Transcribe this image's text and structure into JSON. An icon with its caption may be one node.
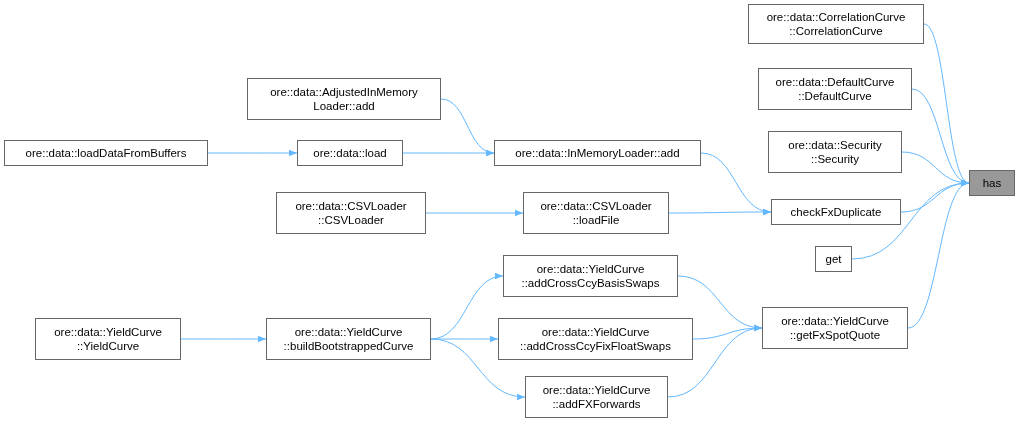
{
  "diagram": {
    "nodes": [
      {
        "text": [
          "has"
        ]
      },
      {
        "text": [
          "ore::data::CorrelationCurve ::CorrelationCurve"
        ]
      },
      {
        "text": [
          "ore::data::DefaultCurve ::DefaultCurve"
        ]
      },
      {
        "text": [
          "ore::data::Security ::Security"
        ]
      },
      {
        "text": [
          "checkFxDuplicate"
        ]
      },
      {
        "text": [
          "get"
        ]
      },
      {
        "text": [
          "ore::data::YieldCurve ::getFxSpotQuote"
        ]
      },
      {
        "text": [
          "ore::data::InMemoryLoader::add"
        ]
      },
      {
        "text": [
          "ore::data::AdjustedInMemory Loader::add"
        ]
      },
      {
        "text": [
          "ore::data::load"
        ]
      },
      {
        "text": [
          "ore::data::loadDataFromBuffers"
        ]
      },
      {
        "text": [
          "ore::data::CSVLoader ::loadFile"
        ]
      },
      {
        "text": [
          "ore::data::CSVLoader ::CSVLoader"
        ]
      },
      {
        "text": [
          "ore::data::YieldCurve ::addCrossCcyBasisSwaps"
        ]
      },
      {
        "text": [
          "ore::data::YieldCurve ::addCrossCcyFixFloatSwaps"
        ]
      },
      {
        "text": [
          "ore::data::YieldCurve ::addFXForwards"
        ]
      },
      {
        "text": [
          "ore::data::YieldCurve ::buildBootstrappedCurve"
        ]
      },
      {
        "text": [
          "ore::data::YieldCurve ::YieldCurve"
        ]
      }
    ],
    "edges": [
      {
        "from": 1,
        "to": 0,
        "arrow": "to"
      },
      {
        "from": 2,
        "to": 0,
        "arrow": "to"
      },
      {
        "from": 3,
        "to": 0,
        "arrow": "to"
      },
      {
        "from": 4,
        "to": 0,
        "arrow": "to"
      },
      {
        "from": 5,
        "to": 0,
        "arrow": "to"
      },
      {
        "from": 6,
        "to": 0,
        "arrow": "to"
      },
      {
        "from": 7,
        "to": 4,
        "arrow": "to"
      },
      {
        "from": 8,
        "to": 7,
        "arrow": "to"
      },
      {
        "from": 9,
        "to": 7,
        "arrow": "to"
      },
      {
        "from": 10,
        "to": 9,
        "arrow": "to"
      },
      {
        "from": 11,
        "to": 4,
        "arrow": "to"
      },
      {
        "from": 12,
        "to": 11,
        "arrow": "to"
      },
      {
        "from": 13,
        "to": 6,
        "arrow": "to"
      },
      {
        "from": 14,
        "to": 6,
        "arrow": "to"
      },
      {
        "from": 15,
        "to": 6,
        "arrow": "to"
      },
      {
        "from": 16,
        "to": 13,
        "arrow": "to"
      },
      {
        "from": 16,
        "to": 14,
        "arrow": "to"
      },
      {
        "from": 16,
        "to": 15,
        "arrow": "to"
      },
      {
        "from": 17,
        "to": 16,
        "arrow": "to"
      }
    ]
  }
}
